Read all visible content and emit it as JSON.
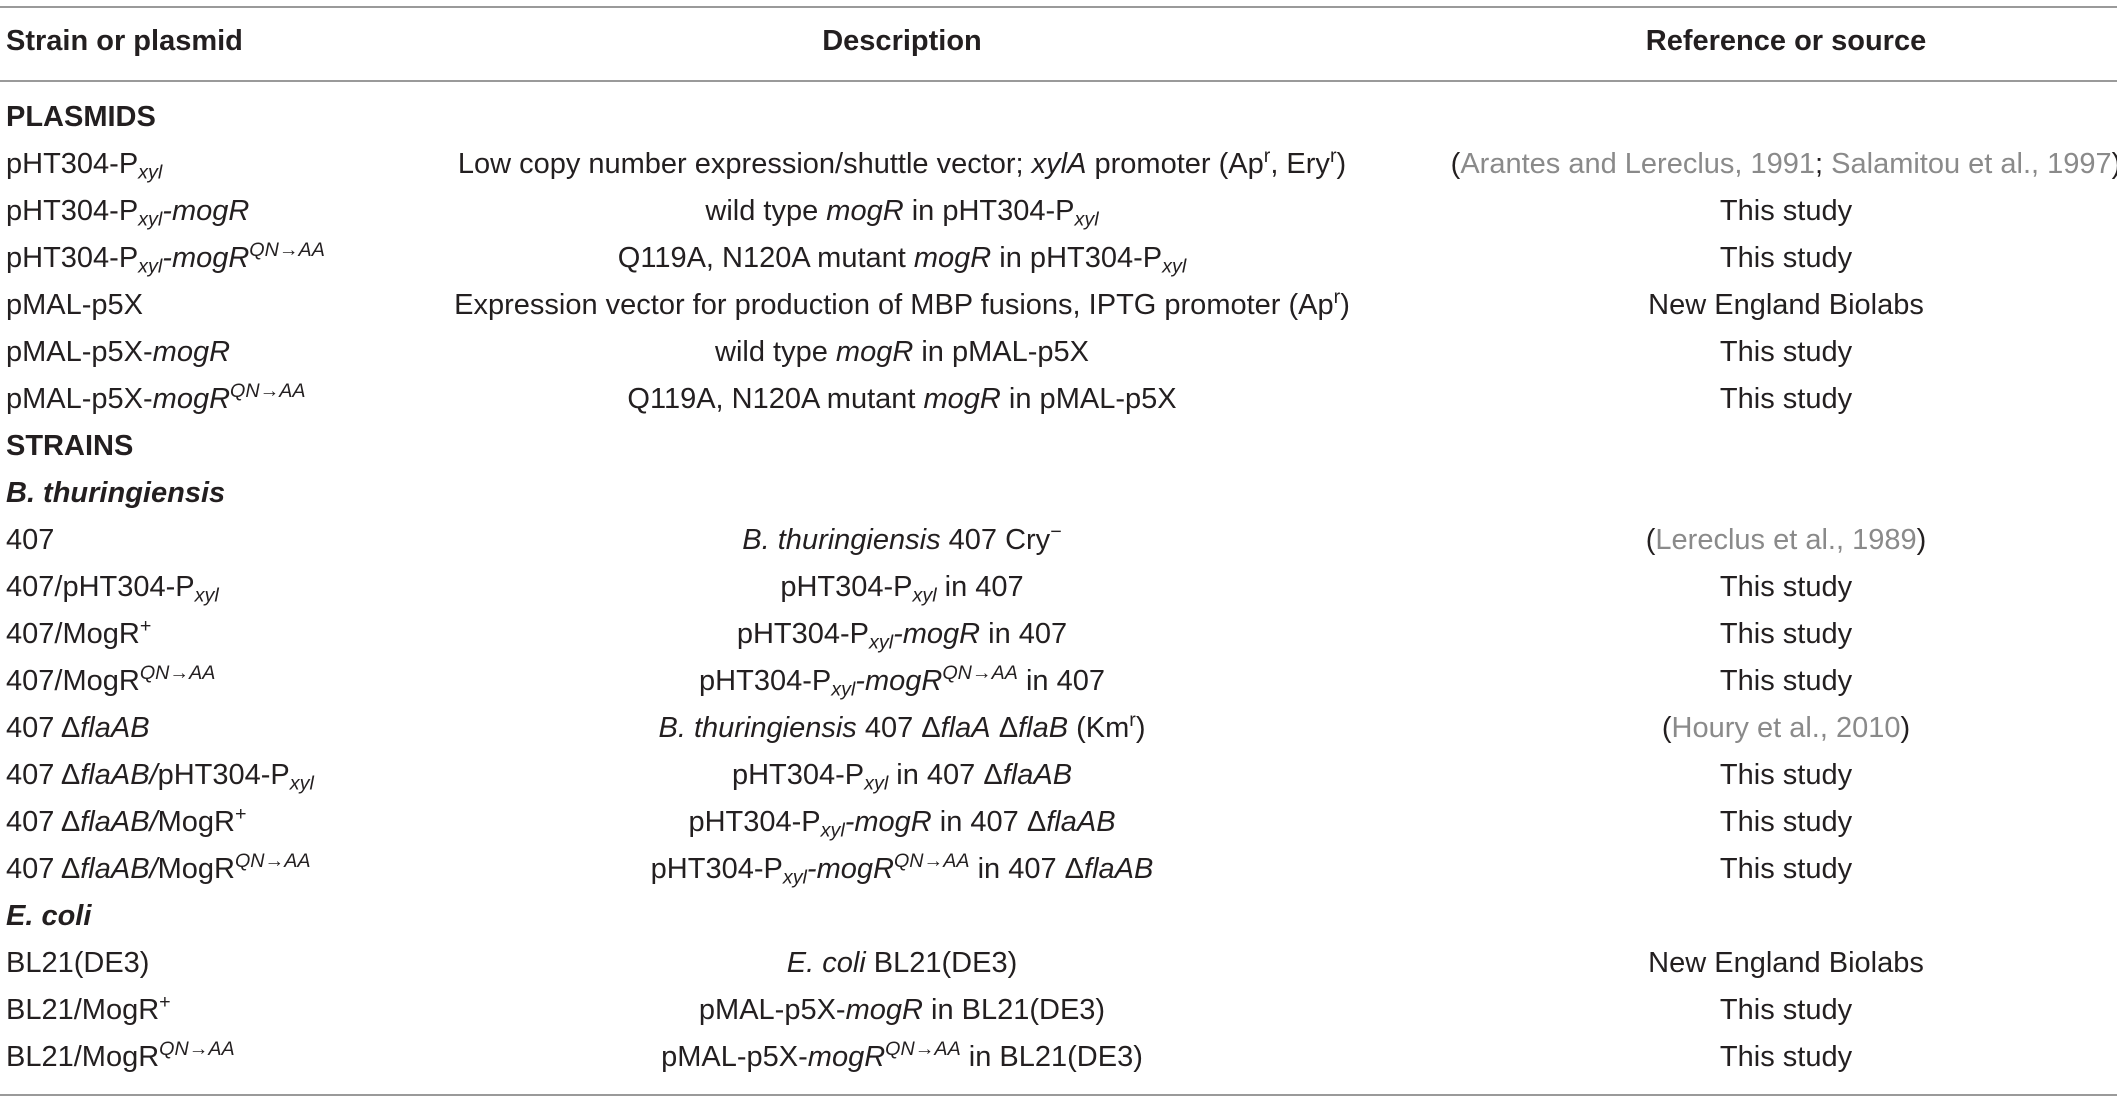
{
  "table": {
    "headers": {
      "col1": "Strain or plasmid",
      "col2": "Description",
      "col3": "Reference or source"
    },
    "section_plasmids": "PLASMIDS",
    "section_strains": "STRAINS",
    "group_bt": "B. thuringiensis",
    "group_ecoli": "E. coli",
    "rows": [
      {
        "name": [
          "pHT304-P",
          "xyl",
          ""
        ],
        "desc": [
          "Low copy number expression/shuttle vector; ",
          "xylA",
          " promoter (Ap",
          "r",
          ", Ery",
          "r",
          ")"
        ],
        "ref_a": "Arantes and Lereclus, 1991",
        "ref_sep": "; ",
        "ref_b": "Salamitou et al., 1997"
      },
      {
        "name": [
          "pHT304-P",
          "xyl",
          "-",
          "mogR"
        ],
        "desc": [
          "wild type ",
          "mogR",
          " in pHT304-P",
          "xyl"
        ],
        "ref": "This study"
      },
      {
        "name": [
          "pHT304-P",
          "xyl",
          "-",
          "mogR",
          "QN→AA"
        ],
        "desc": [
          "Q119A, N120A mutant ",
          "mogR",
          " in pHT304-P",
          "xyl"
        ],
        "ref": "This study"
      },
      {
        "name": [
          "pMAL-p5X"
        ],
        "desc": [
          "Expression vector for production of MBP fusions, IPTG promoter (Ap",
          "r",
          ")"
        ],
        "ref": "New England Biolabs"
      },
      {
        "name": [
          "pMAL-p5X-",
          "mogR"
        ],
        "desc": [
          "wild type ",
          "mogR",
          " in pMAL-p5X"
        ],
        "ref": "This study"
      },
      {
        "name": [
          "pMAL-p5X-",
          "mogR",
          "QN→AA"
        ],
        "desc": [
          "Q119A, N120A mutant ",
          "mogR",
          " in pMAL-p5X"
        ],
        "ref": "This study"
      },
      {
        "name": [
          "407"
        ],
        "desc": [
          "B. thuringiensis",
          " 407 Cry",
          "−"
        ],
        "ref_a": "Lereclus et al., 1989"
      },
      {
        "name": [
          "407/pHT304-P",
          "xyl"
        ],
        "desc": [
          "pHT304-P",
          "xyl",
          " in 407"
        ],
        "ref": "This study"
      },
      {
        "name": [
          "407/MogR",
          "+"
        ],
        "desc": [
          "pHT304-P",
          "xyl",
          "-",
          "mogR",
          " in 407"
        ],
        "ref": "This study"
      },
      {
        "name": [
          "407/MogR",
          "QN→AA"
        ],
        "desc": [
          "pHT304-P",
          "xyl",
          "-",
          "mogR",
          "QN→AA",
          " in 407"
        ],
        "ref": "This study"
      },
      {
        "name": [
          "407 Δ",
          "flaAB"
        ],
        "desc": [
          "B. thuringiensis",
          " 407 Δ",
          "flaA",
          " Δ",
          "flaB",
          " (Km",
          "r",
          ")"
        ],
        "ref_a": "Houry et al., 2010"
      },
      {
        "name": [
          "407 Δ",
          "flaAB/",
          "pHT304-P",
          "xyl"
        ],
        "desc": [
          "pHT304-P",
          "xyl",
          " in 407 Δ",
          "flaAB"
        ],
        "ref": "This study"
      },
      {
        "name": [
          "407 Δ",
          "flaAB/",
          "MogR",
          "+"
        ],
        "desc": [
          "pHT304-P",
          "xyl",
          "-",
          "mogR",
          " in 407 Δ",
          "flaAB"
        ],
        "ref": "This study"
      },
      {
        "name": [
          "407 Δ",
          "flaAB/",
          "MogR",
          "QN→AA"
        ],
        "desc": [
          "pHT304-P",
          "xyl",
          "-",
          "mogR",
          "QN→AA",
          " in 407 Δ",
          "flaAB"
        ],
        "ref": "This study"
      },
      {
        "name": [
          "BL21(DE3)"
        ],
        "desc": [
          "E. coli",
          " BL21(DE3)"
        ],
        "ref": "New England Biolabs"
      },
      {
        "name": [
          "BL21/MogR",
          "+"
        ],
        "desc": [
          "pMAL-p5X-",
          "mogR",
          " in BL21(DE3)"
        ],
        "ref": "This study"
      },
      {
        "name": [
          "BL21/MogR",
          "QN→AA"
        ],
        "desc": [
          "pMAL-p5X-",
          "mogR",
          "QN→AA",
          " in BL21(DE3)"
        ],
        "ref": "This study"
      }
    ]
  }
}
